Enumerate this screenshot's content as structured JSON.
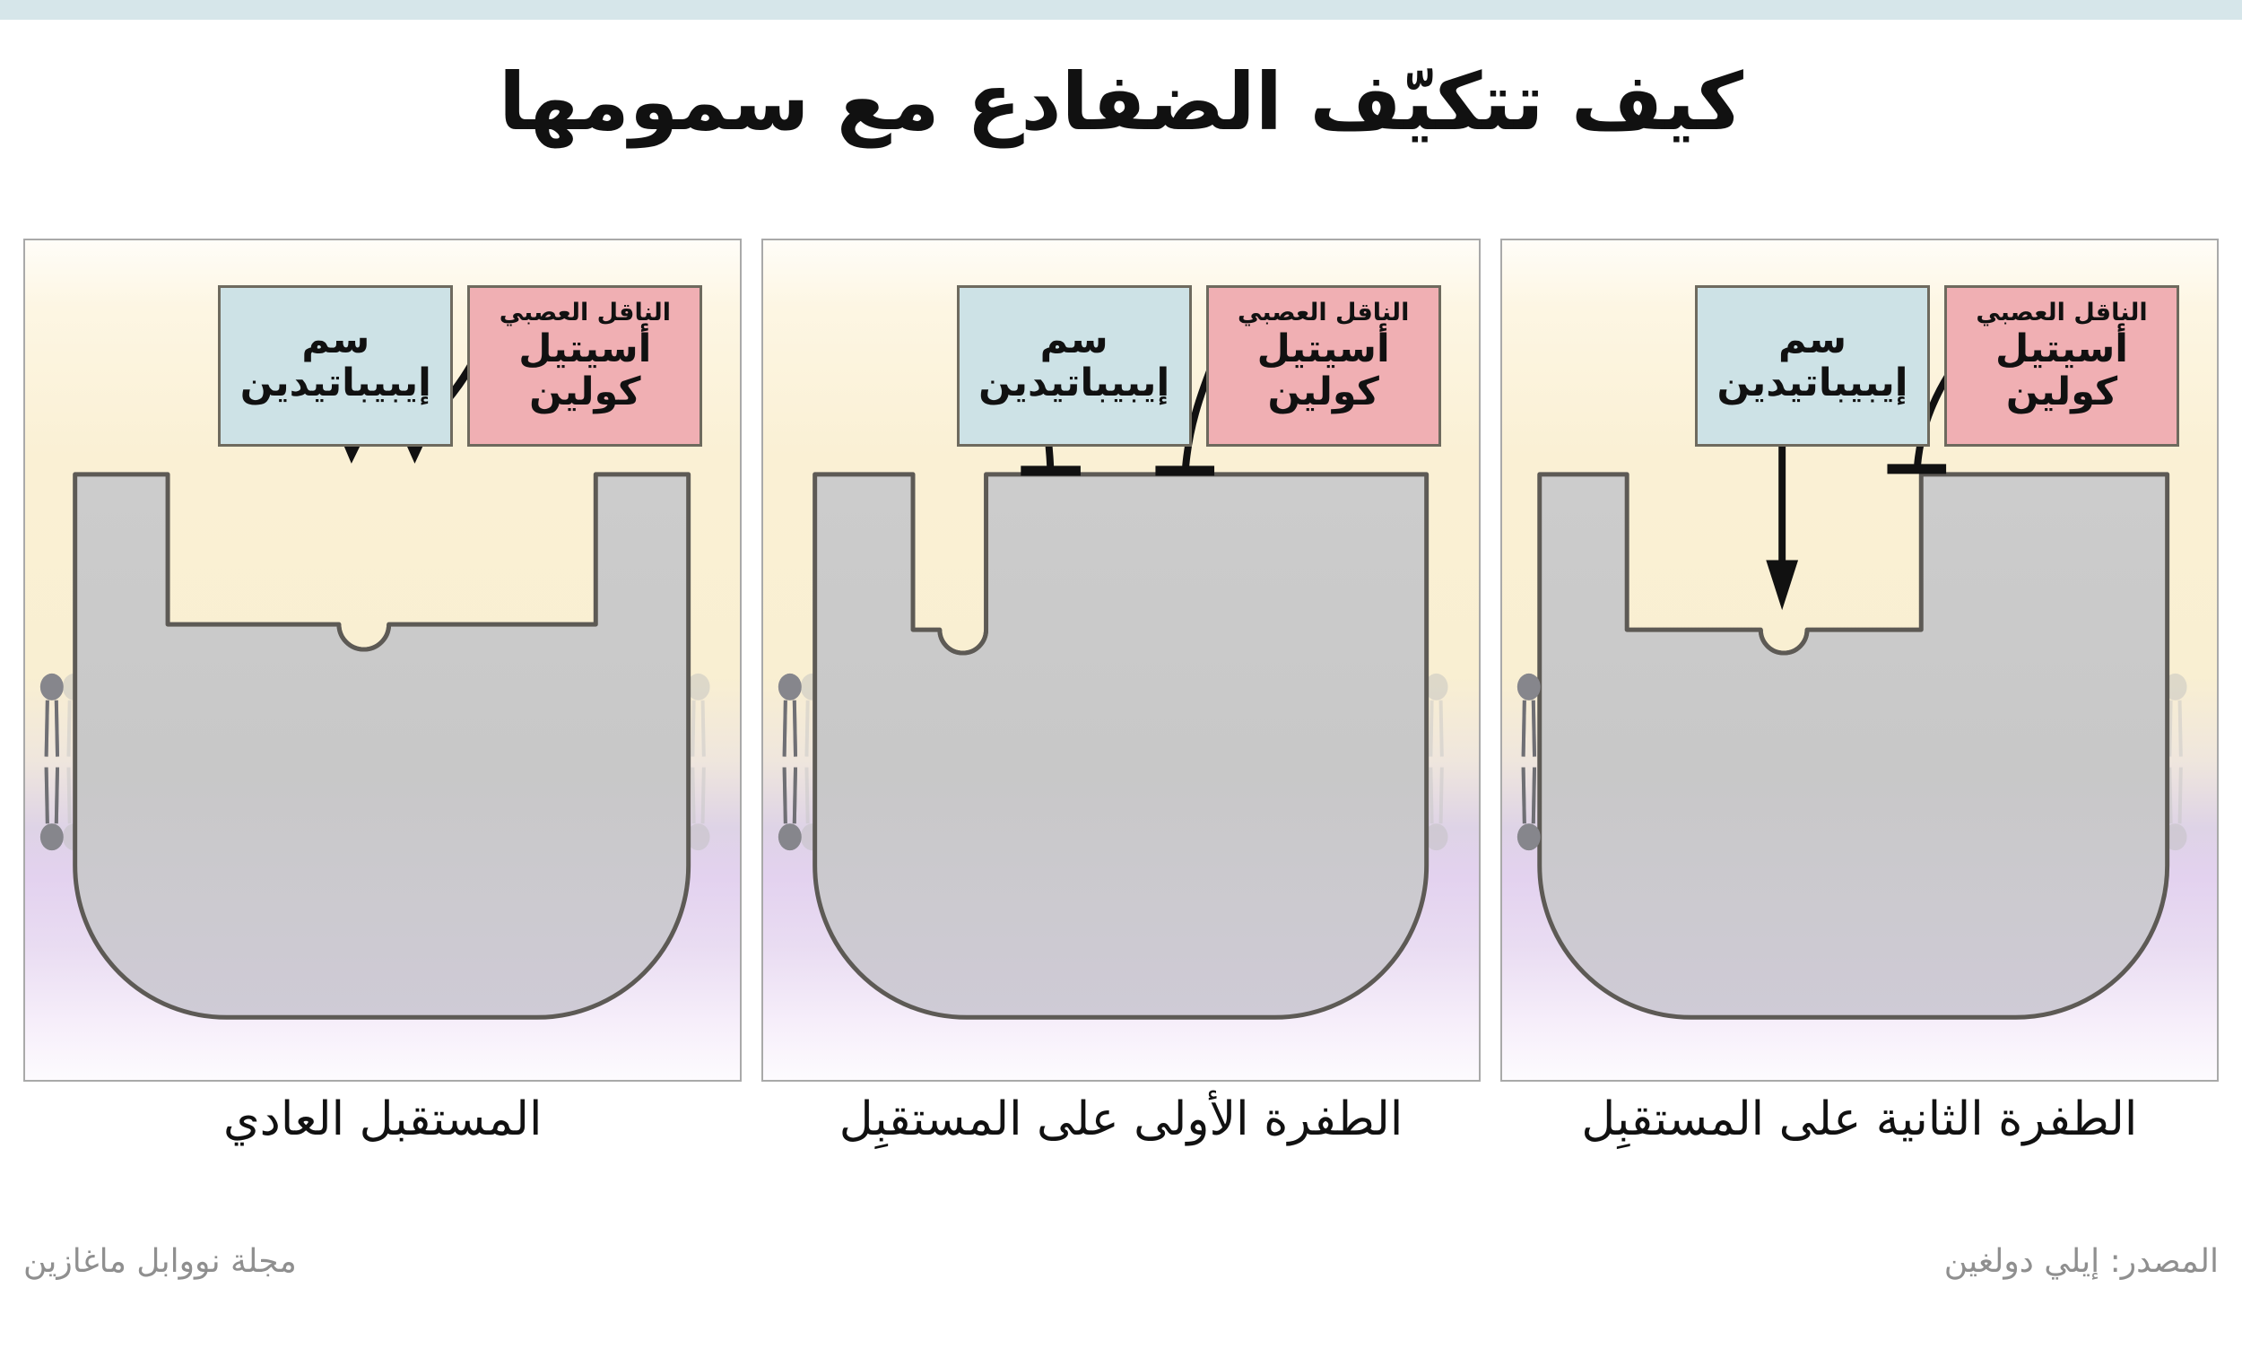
{
  "header": {
    "strip_color": "#d6e6ea"
  },
  "title": "كيف تتكيّف الضفادع مع سمومها",
  "labels": {
    "neurotransmitter": {
      "small": "الناقل العصبي",
      "line1": "أسيتيل",
      "line2": "كولين",
      "color": "#f0afb3"
    },
    "toxin": {
      "line1": "سم",
      "line2": "إيبيباتيدين",
      "color": "#cde2e6"
    }
  },
  "panels": [
    {
      "id": "normal-receptor",
      "caption": "المستقبل العادي",
      "acetylcholine_binds": true,
      "epibatidine_binds": true,
      "pocket": "central-wide-cleft"
    },
    {
      "id": "first-mutation",
      "caption": "الطفرة الأولى على المستقبِل",
      "acetylcholine_binds": false,
      "epibatidine_binds": false,
      "pocket": "offset-left-narrow"
    },
    {
      "id": "second-mutation",
      "caption": "الطفرة الثانية على المستقبِل",
      "acetylcholine_binds": true,
      "epibatidine_binds": false,
      "pocket": "restored-narrow"
    }
  ],
  "footer": {
    "source": "المصدر: إيلي دولغين",
    "magazine": "مجلة نووابل ماغازين"
  },
  "colors": {
    "receptor_fill": "#c9c9c9",
    "receptor_stroke": "#5d5a55",
    "lipid_head": "#b9b9b9",
    "lipid_head_edge": "#7e7e82",
    "panel_border": "#a9a9a9",
    "footer_text": "#8f8f8f",
    "bg_top": "#fdf6e3",
    "bg_bottom": "#e3d2ef"
  }
}
